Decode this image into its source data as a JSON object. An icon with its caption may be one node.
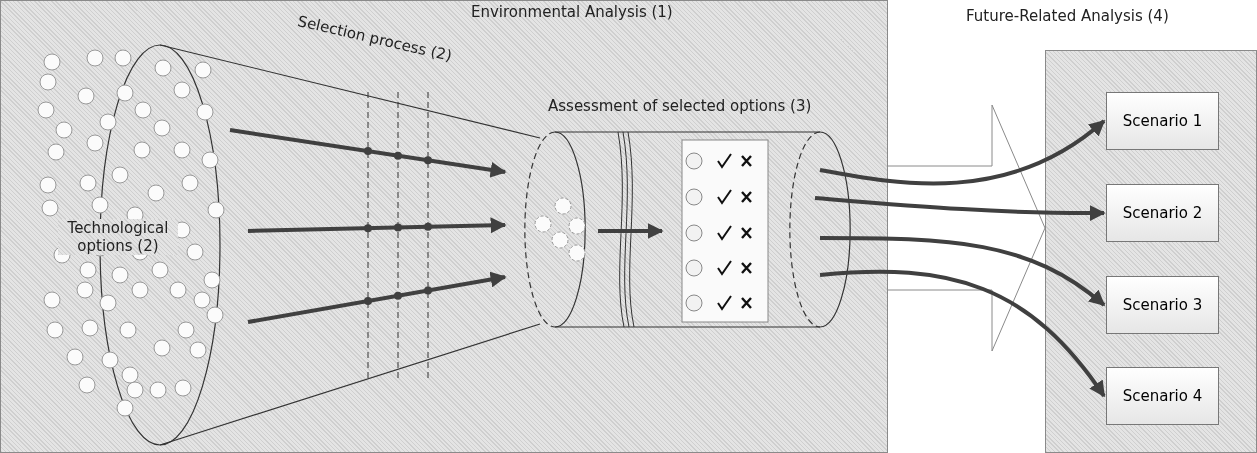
{
  "diagram": {
    "nodes": [
      {
        "text": [
          "Environmental Analysis (1)"
        ]
      },
      {
        "text": [
          "Future-Related Analysis (4)"
        ]
      },
      {
        "text": [
          "Scenario 1"
        ],
        "in": 1
      },
      {
        "text": [
          "Scenario 2"
        ],
        "in": 1
      },
      {
        "text": [
          "Scenario 3"
        ],
        "in": 1
      },
      {
        "text": [
          "Scenario 4"
        ],
        "in": 1
      }
    ],
    "edges": [
      {
        "from": 0,
        "to": 1,
        "arrow": "to"
      },
      {
        "from": 0,
        "to": 2,
        "arrow": "to"
      },
      {
        "from": 0,
        "to": 3,
        "arrow": "to"
      },
      {
        "from": 0,
        "to": 4,
        "arrow": "to"
      },
      {
        "from": 0,
        "to": 5,
        "arrow": "to"
      }
    ],
    "labels": [
      "Selection process (2)",
      "Assessment of selected options (3)",
      "Technological options (2)"
    ]
  }
}
